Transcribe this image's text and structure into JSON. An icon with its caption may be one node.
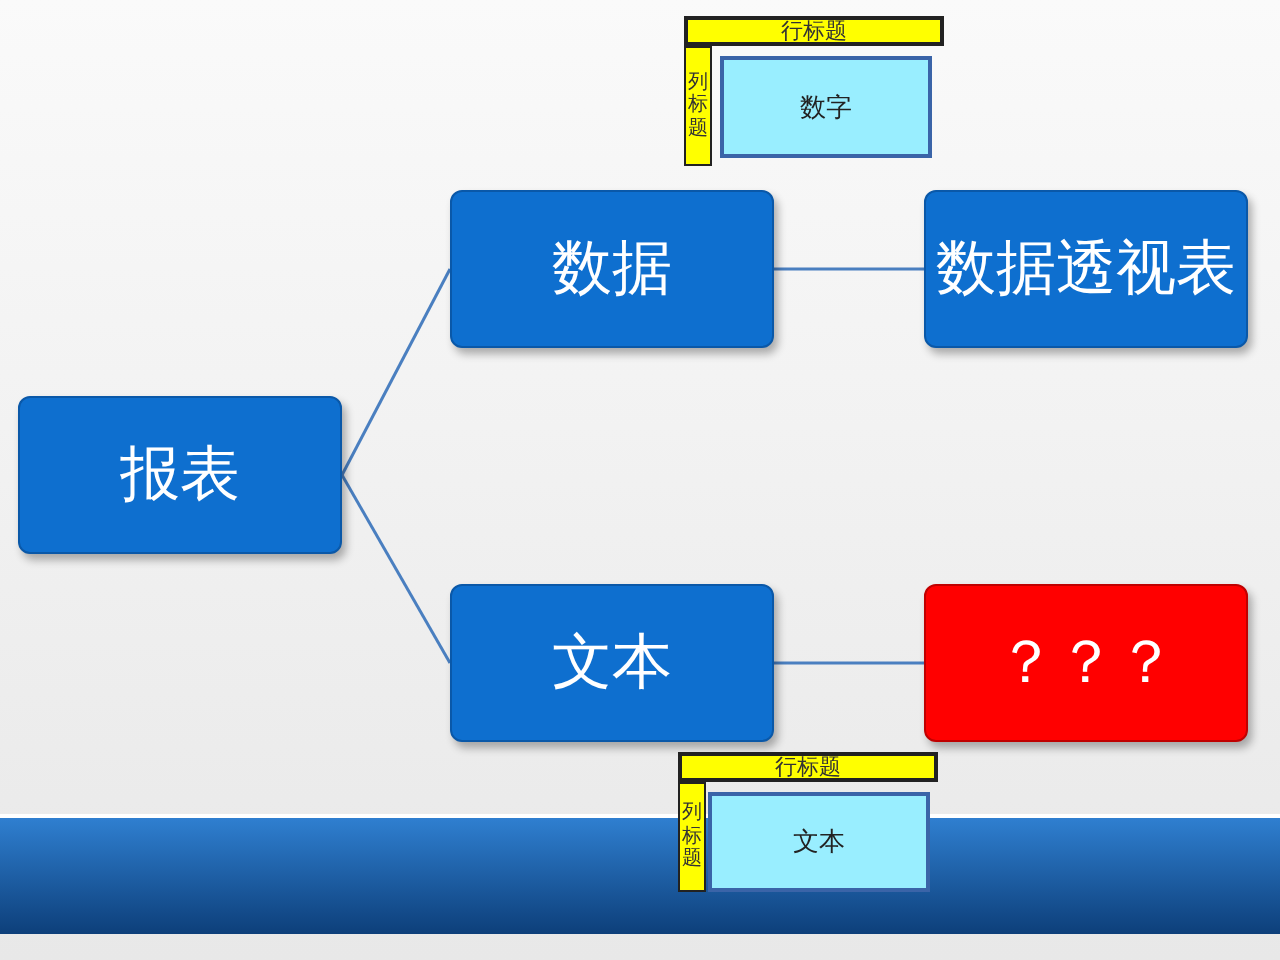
{
  "diagram": {
    "nodes": [
      {
        "text": [
          "报表"
        ]
      },
      {
        "text": [
          "数据"
        ]
      },
      {
        "text": [
          "数据透视表"
        ]
      },
      {
        "text": [
          "文本"
        ]
      },
      {
        "text": [
          "？？？"
        ]
      },
      {
        "text": [
          "行标题"
        ]
      },
      {
        "text": [
          "列标题"
        ]
      },
      {
        "text": [
          "数字"
        ]
      },
      {
        "text": [
          "行标题"
        ]
      },
      {
        "text": [
          "列标题"
        ]
      },
      {
        "text": [
          "文本"
        ]
      }
    ],
    "edges": [
      {
        "from": 0,
        "to": 1,
        "arrow": "none"
      },
      {
        "from": 0,
        "to": 3,
        "arrow": "none"
      },
      {
        "from": 1,
        "to": 2,
        "arrow": "none"
      },
      {
        "from": 3,
        "to": 4,
        "arrow": "none"
      }
    ]
  }
}
